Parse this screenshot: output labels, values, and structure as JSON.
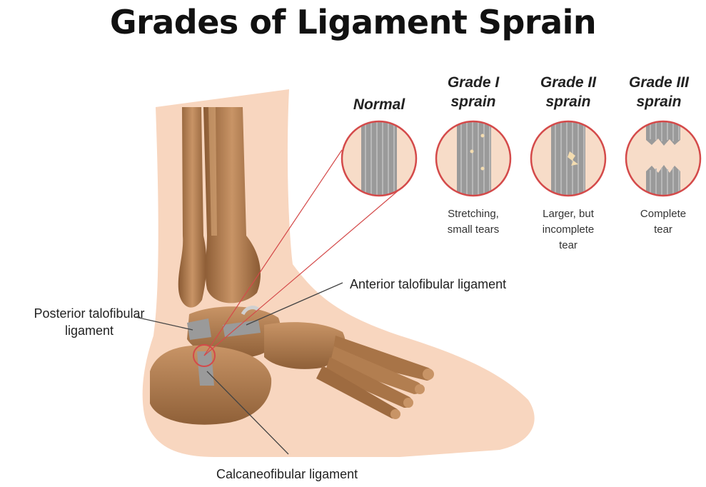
{
  "title": "Grades of Ligament Sprain",
  "grades": [
    {
      "label_lines": [
        "Normal"
      ],
      "description_lines": []
    },
    {
      "label_lines": [
        "Grade I",
        "sprain"
      ],
      "description_lines": [
        "Stretching,",
        "small tears"
      ]
    },
    {
      "label_lines": [
        "Grade II",
        "sprain"
      ],
      "description_lines": [
        "Larger, but",
        "incomplete",
        "tear"
      ]
    },
    {
      "label_lines": [
        "Grade III",
        "sprain"
      ],
      "description_lines": [
        "Complete",
        "tear"
      ]
    }
  ],
  "callouts": {
    "anterior": {
      "lines": [
        "Anterior talofibular ligament"
      ]
    },
    "posterior": {
      "lines": [
        "Posterior talofibular",
        "ligament"
      ]
    },
    "calcaneofibular": {
      "lines": [
        "Calcaneofibular ligament"
      ]
    }
  },
  "colors": {
    "skin": "#f8d6bf",
    "bone": "#b47e52",
    "bone_dark": "#8a5a33",
    "ligament": "#9a9a9a",
    "circle_border": "#d44a4a",
    "circle_fill": "#f7dcc8"
  }
}
